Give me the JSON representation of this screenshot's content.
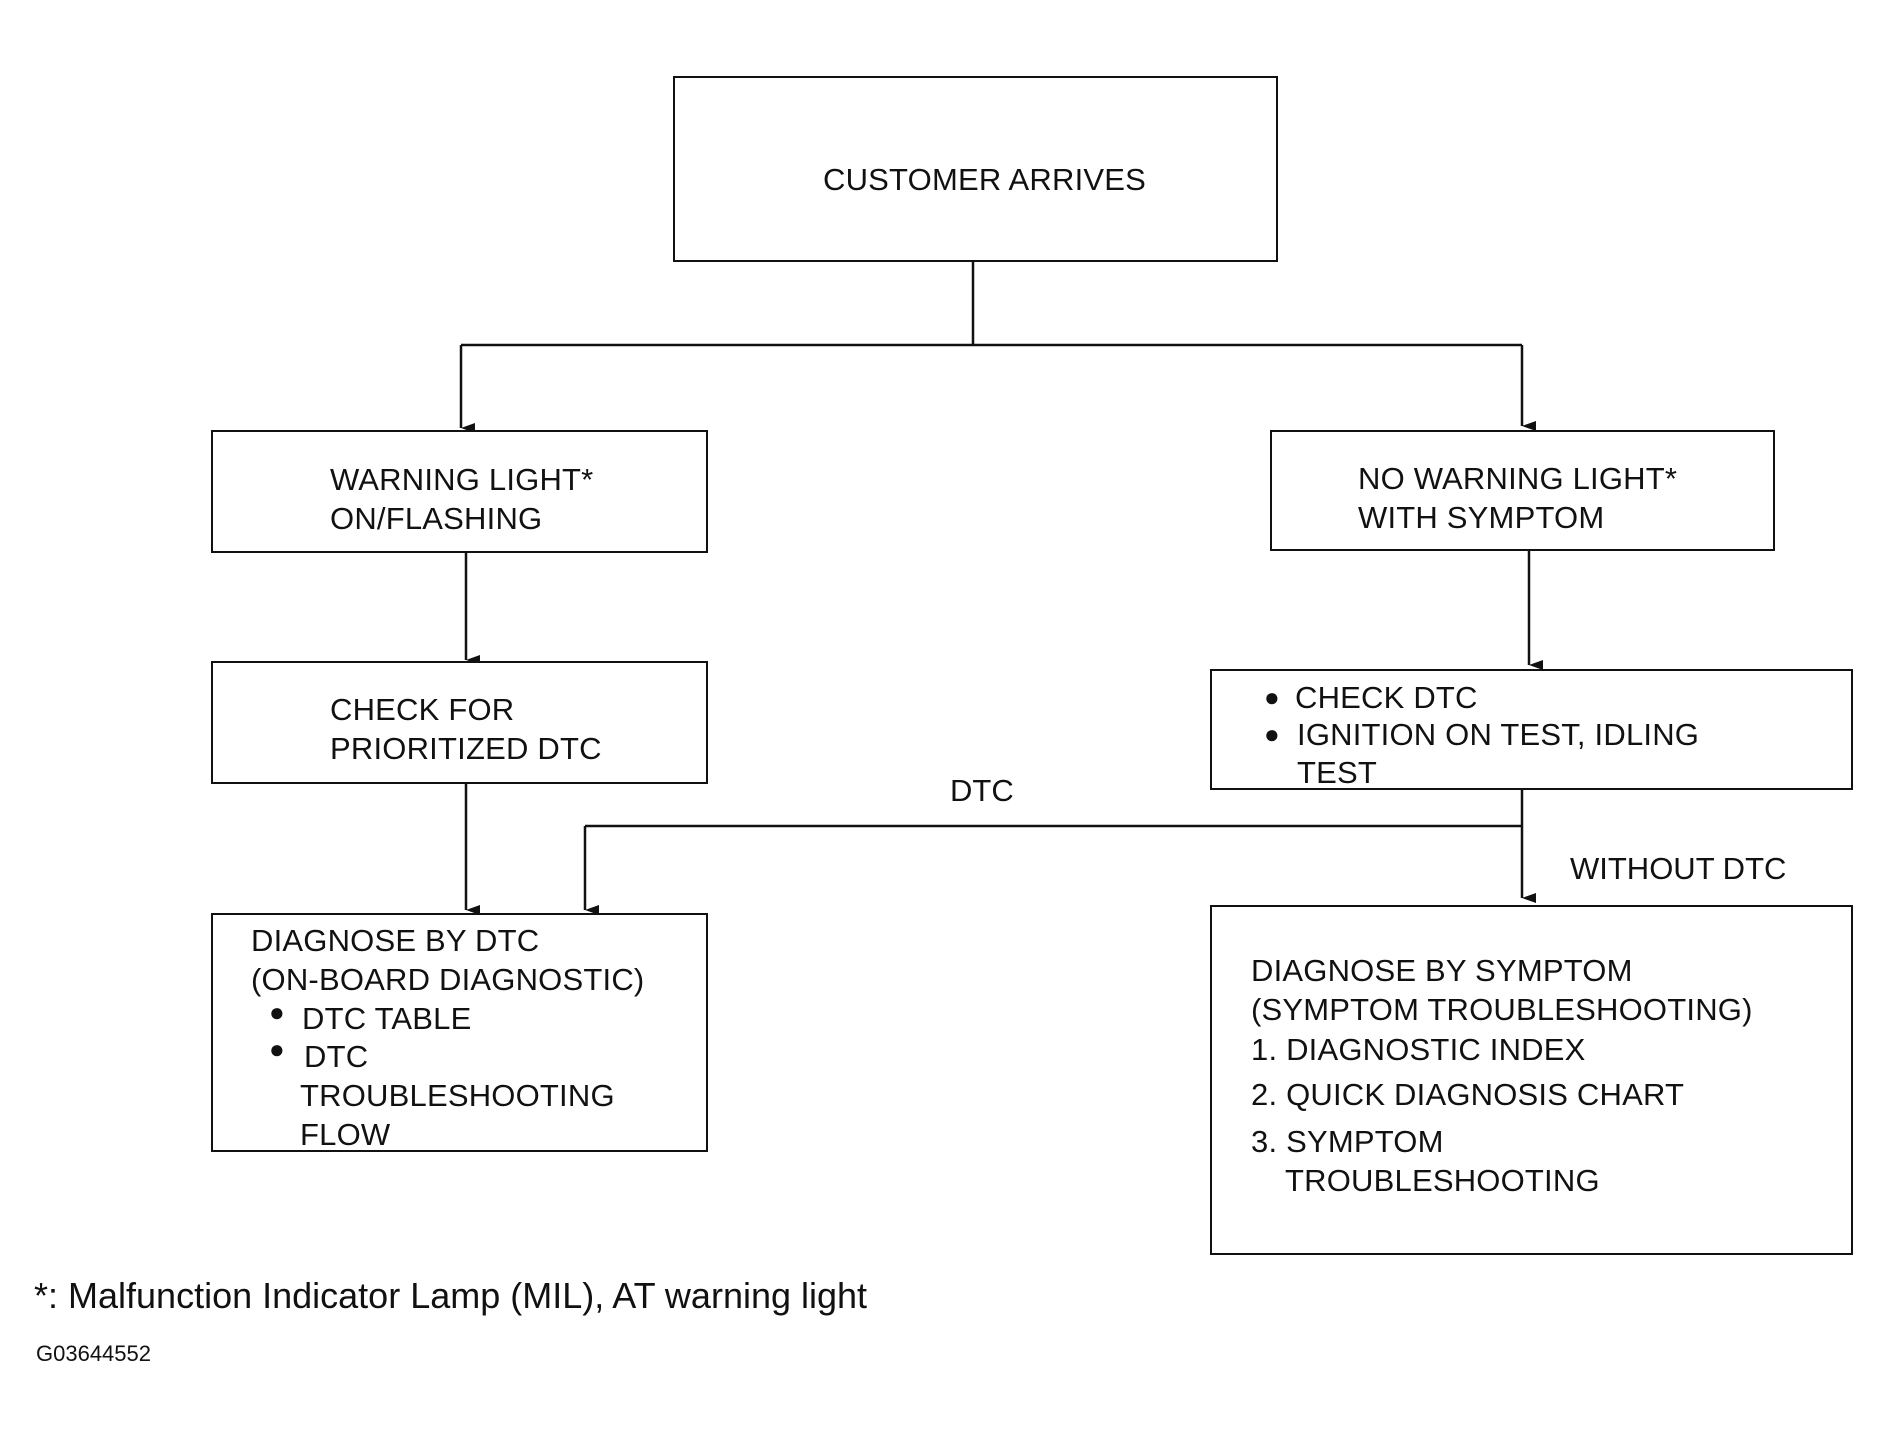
{
  "nodes": {
    "customer_arrives": "CUSTOMER ARRIVES",
    "warning_light": [
      "WARNING LIGHT*",
      "ON/FLASHING"
    ],
    "no_warning_light": [
      "NO WARNING LIGHT*",
      "WITH SYMPTOM"
    ],
    "check_prioritized": [
      "CHECK FOR",
      "PRIORITIZED DTC"
    ],
    "check_dtc": {
      "bullets": [
        "CHECK DTC",
        "IGNITION ON TEST, IDLING"
      ],
      "continuation": "TEST"
    },
    "diagnose_dtc": {
      "lines": [
        "DIAGNOSE BY DTC",
        "(ON-BOARD DIAGNOSTIC)"
      ],
      "bullets": [
        "DTC TABLE",
        "DTC"
      ],
      "continuation": [
        "TROUBLESHOOTING",
        "FLOW"
      ]
    },
    "diagnose_symptom": {
      "lines": [
        "DIAGNOSE BY SYMPTOM",
        "(SYMPTOM TROUBLESHOOTING)"
      ],
      "items": [
        "1. DIAGNOSTIC INDEX",
        "2. QUICK DIAGNOSIS CHART",
        "3. SYMPTOM"
      ],
      "continuation": "TROUBLESHOOTING"
    }
  },
  "edge_labels": {
    "dtc": "DTC",
    "without_dtc": "WITHOUT DTC"
  },
  "footnote": "*: Malfunction Indicator Lamp (MIL), AT warning light",
  "figure_id": "G03644552",
  "colors": {
    "ink": "#111111",
    "background": "#ffffff"
  }
}
